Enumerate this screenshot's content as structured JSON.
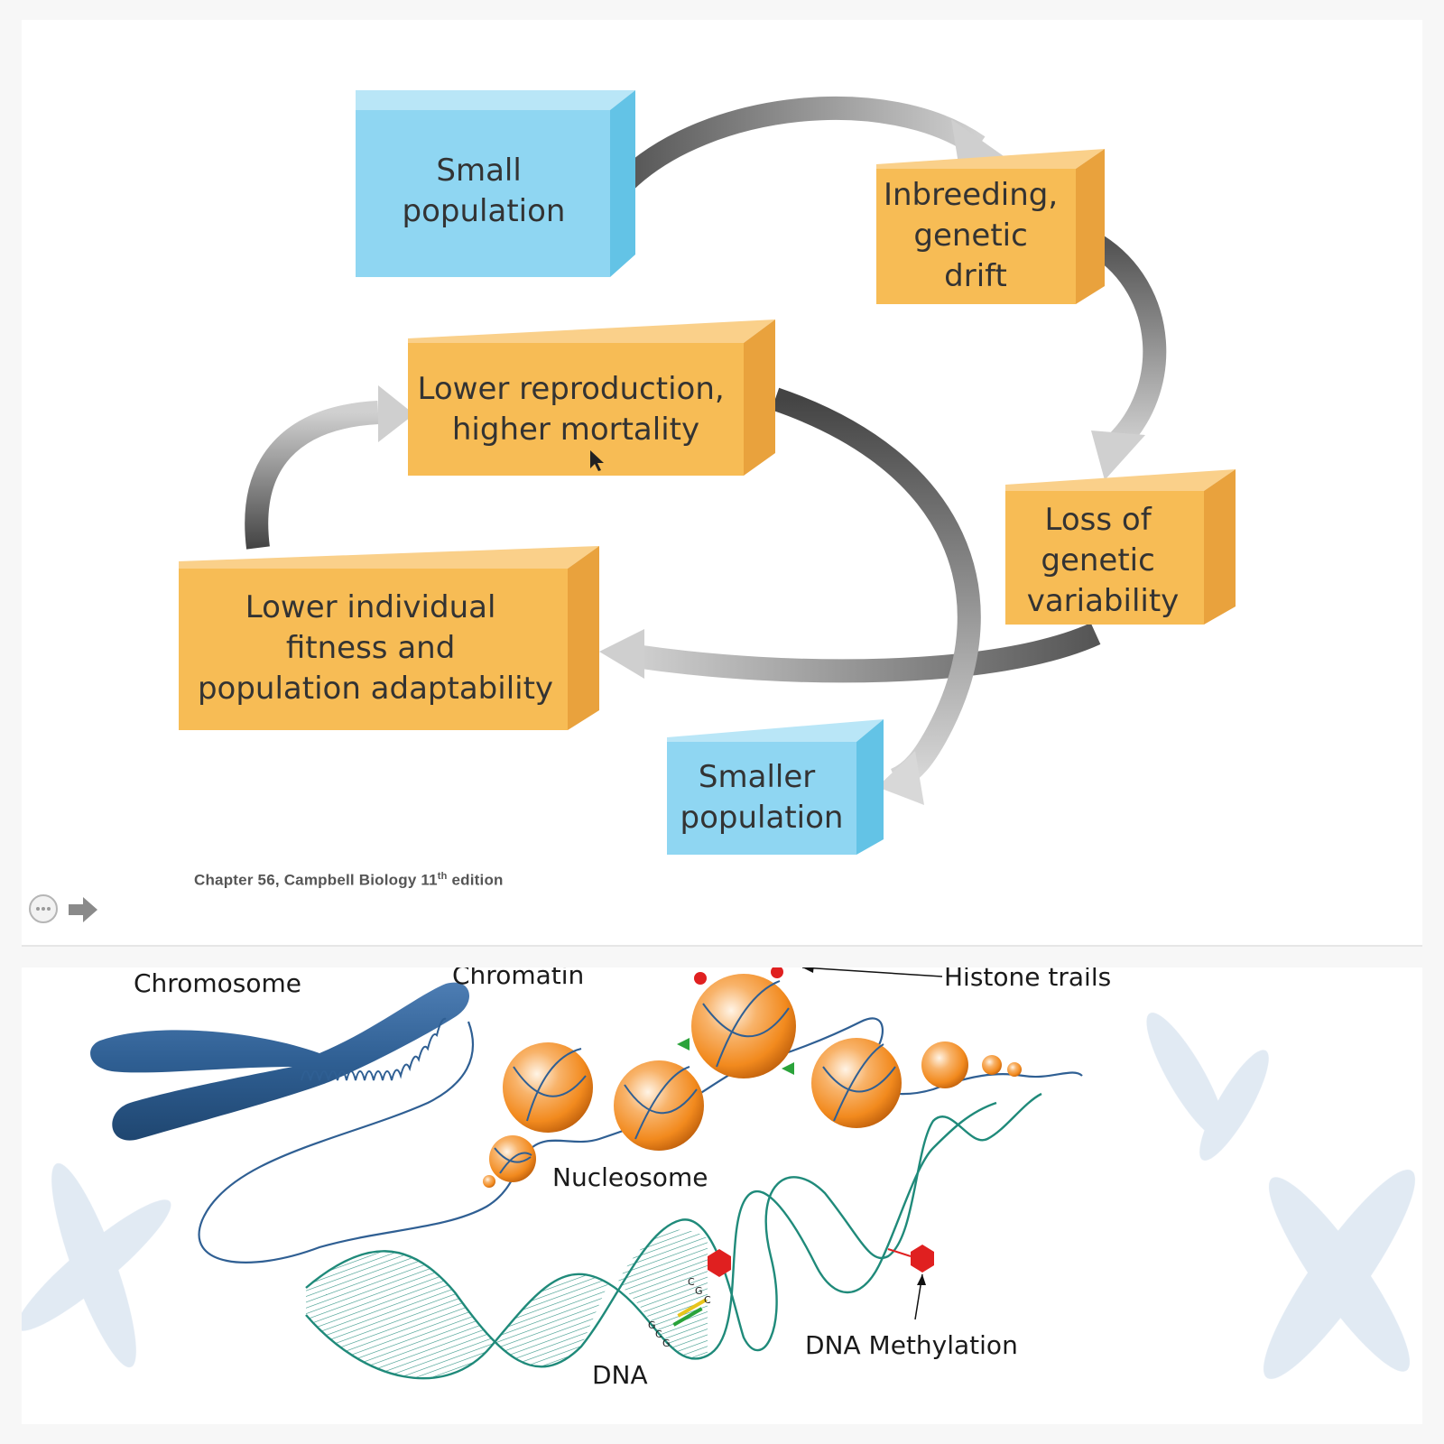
{
  "top_diagram": {
    "boxes": {
      "small_population": [
        "Small",
        "population"
      ],
      "inbreeding": [
        "Inbreeding,",
        "genetic",
        "drift"
      ],
      "loss_variability": [
        "Loss of",
        "genetic",
        "variability"
      ],
      "lower_reproduction": [
        "Lower reproduction,",
        "higher mortality"
      ],
      "lower_fitness": [
        "Lower individual",
        "fitness and",
        "population adaptability"
      ],
      "smaller_population": [
        "Smaller",
        "population"
      ]
    },
    "caption": {
      "main": "Chapter 56, Campbell Biology 11",
      "sup": "th",
      "suffix": " edition"
    },
    "colors": {
      "blue_box": "#8fd6f2",
      "orange_box": "#f7bc55"
    }
  },
  "bottom_diagram": {
    "labels": {
      "chromosome": "Chromosome",
      "chromatin": "Chromatin",
      "histone_trails": "Histone trails",
      "nucleosome": "Nucleosome",
      "dna_methylation": "DNA Methylation",
      "dna": "DNA"
    },
    "base_pairs": {
      "upper": [
        "C",
        "G",
        "C"
      ],
      "lower": [
        "G",
        "C",
        "G"
      ]
    },
    "colors": {
      "chromosome": "#2f5f93",
      "nucleosome": "#f28a1e",
      "dna_strand": "#1f8a7a",
      "methyl": "#e02020"
    }
  }
}
